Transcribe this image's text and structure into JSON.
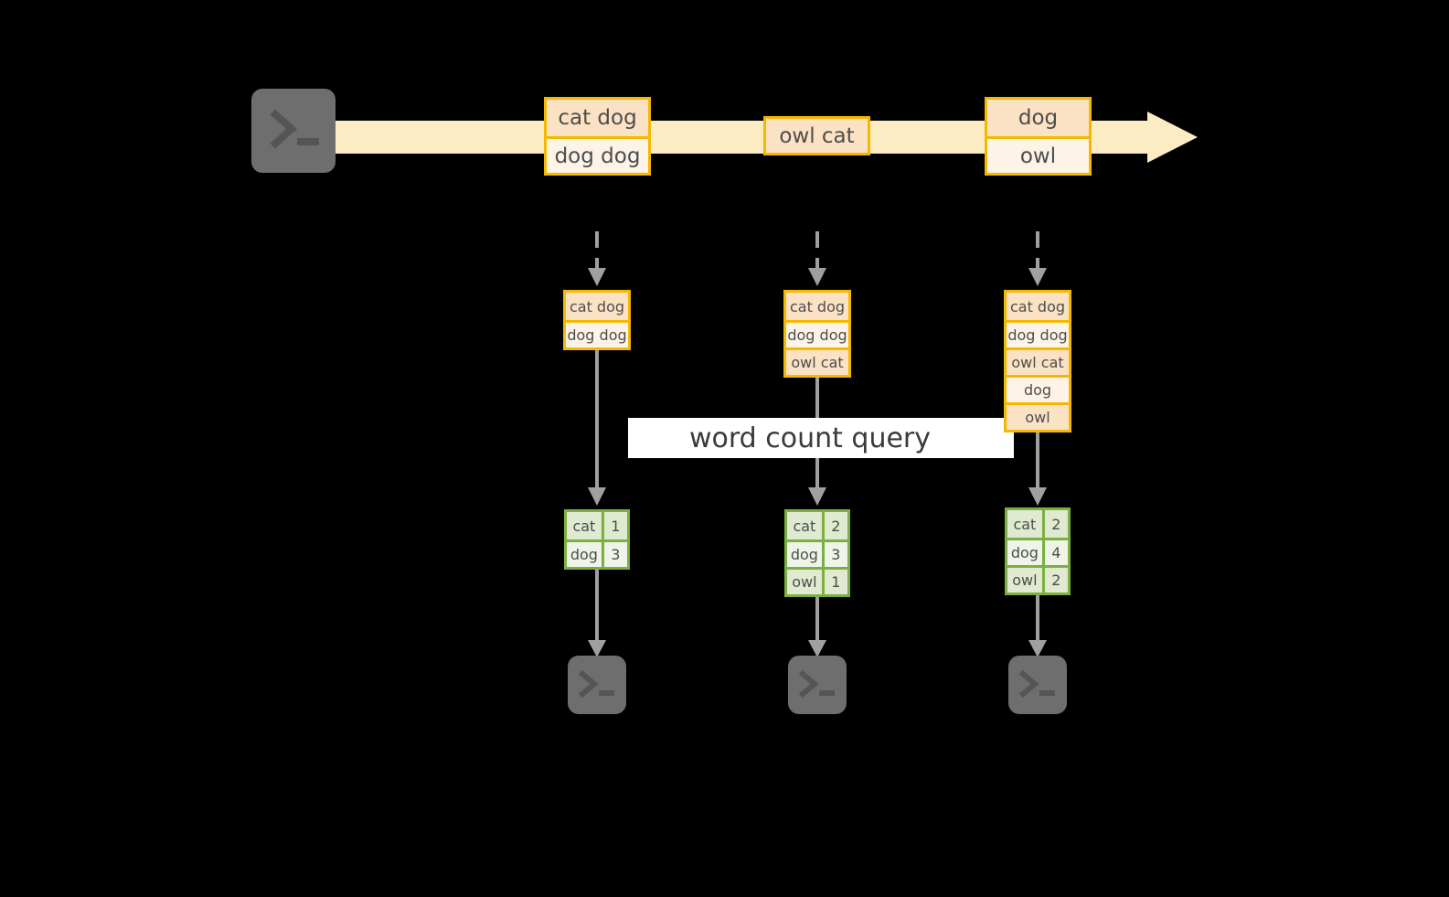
{
  "diagram": {
    "title": "word count query streaming diagram",
    "label_band": {
      "text": "word count query"
    },
    "colors": {
      "background": "#000000",
      "amber_border": "#f5b800",
      "amber_fill_dark": "#fbe2c4",
      "amber_fill_light": "#fdf3e7",
      "timeline_arrow": "#fcecc3",
      "green_border": "#7bb040",
      "green_fill_dark": "#dfead0",
      "green_fill_light": "#eff4e8",
      "connector_gray": "#a0a0a0",
      "terminal_body": "#6e6e6e",
      "label_band_bg": "#ffffff",
      "text": "#4d4d4d"
    }
  },
  "source_terminal": {
    "icon": "terminal-icon",
    "prompt": ">_"
  },
  "timeline": {
    "arrow_icon": "right-arrow",
    "events": [
      {
        "id": "event-1",
        "lines": [
          "cat dog",
          "dog dog"
        ]
      },
      {
        "id": "event-2",
        "lines": [
          "owl cat"
        ]
      },
      {
        "id": "event-3",
        "lines": [
          "dog",
          "owl"
        ]
      }
    ]
  },
  "columns": [
    {
      "id": "column-1",
      "input_lines": [
        "cat dog",
        "dog dog"
      ],
      "result_header": null,
      "result_rows": [
        {
          "word": "cat",
          "count": "1"
        },
        {
          "word": "dog",
          "count": "3"
        }
      ],
      "sink_terminal": {
        "icon": "terminal-icon",
        "prompt": ">_"
      }
    },
    {
      "id": "column-2",
      "input_lines": [
        "cat dog",
        "dog dog",
        "owl cat"
      ],
      "result_header": null,
      "result_rows": [
        {
          "word": "cat",
          "count": "2"
        },
        {
          "word": "dog",
          "count": "3"
        },
        {
          "word": "owl",
          "count": "1"
        }
      ],
      "sink_terminal": {
        "icon": "terminal-icon",
        "prompt": ">_"
      }
    },
    {
      "id": "column-3",
      "input_lines": [
        "cat dog",
        "dog dog",
        "owl cat",
        "dog",
        "owl"
      ],
      "result_header": null,
      "result_rows": [
        {
          "word": "cat",
          "count": "2"
        },
        {
          "word": "dog",
          "count": "4"
        },
        {
          "word": "owl",
          "count": "2"
        }
      ],
      "sink_terminal": {
        "icon": "terminal-icon",
        "prompt": ">_"
      }
    }
  ]
}
